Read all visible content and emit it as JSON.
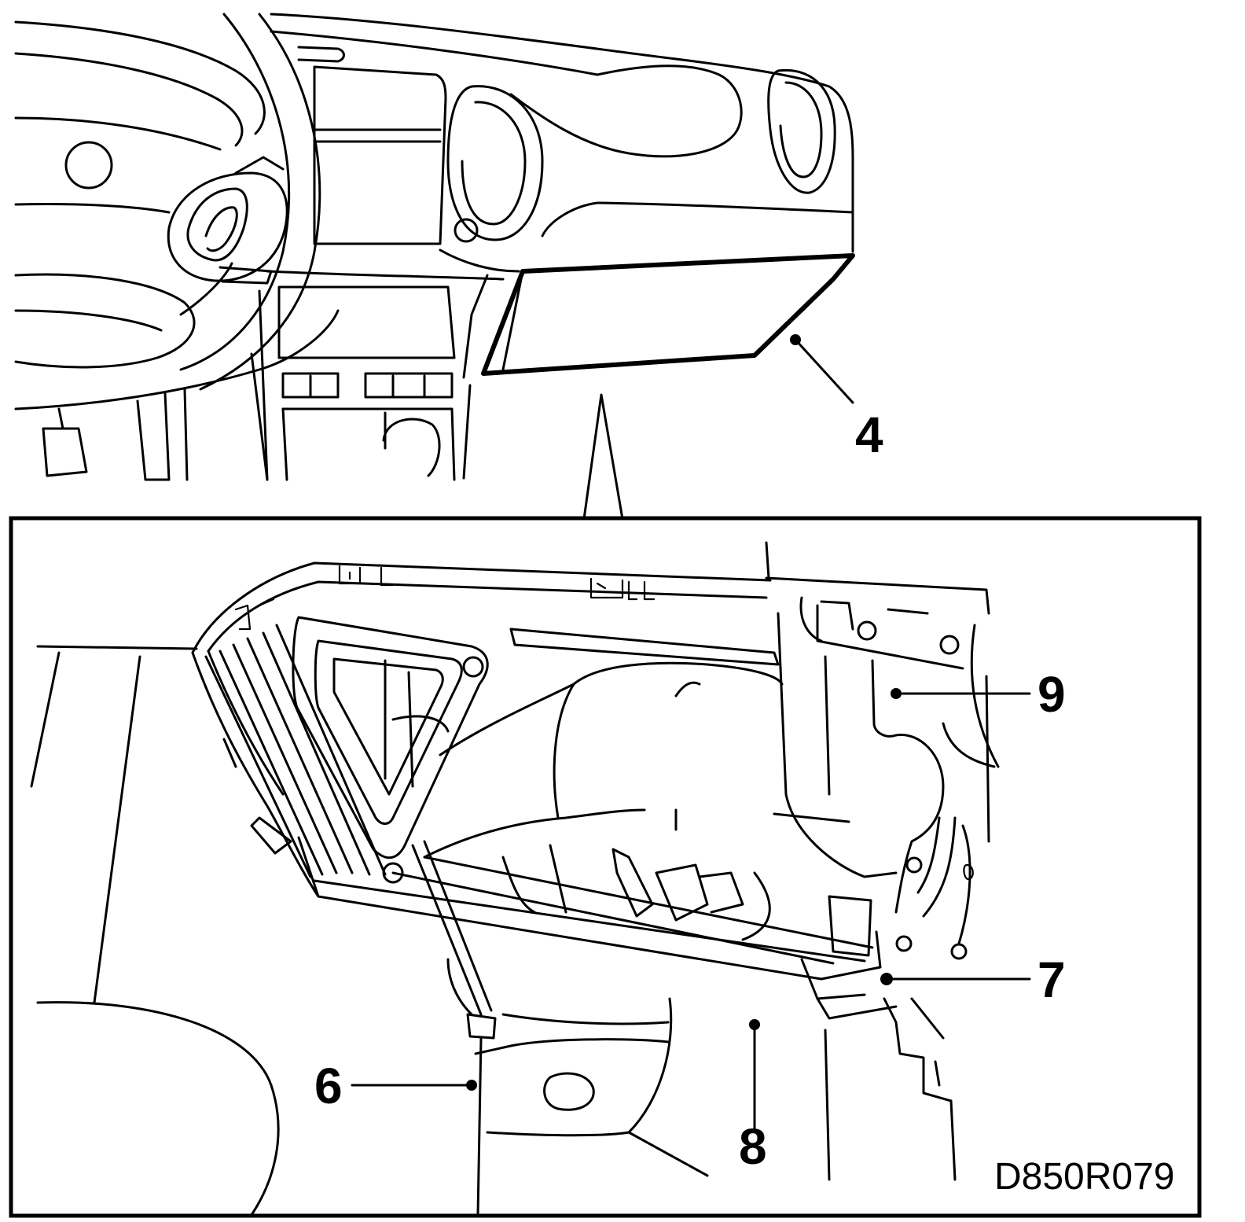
{
  "callouts": {
    "c4": "4",
    "c6": "6",
    "c7": "7",
    "c8": "8",
    "c9": "9"
  },
  "figure_code": "D850R079",
  "colors": {
    "ink": "#000000",
    "paper": "#ffffff"
  }
}
